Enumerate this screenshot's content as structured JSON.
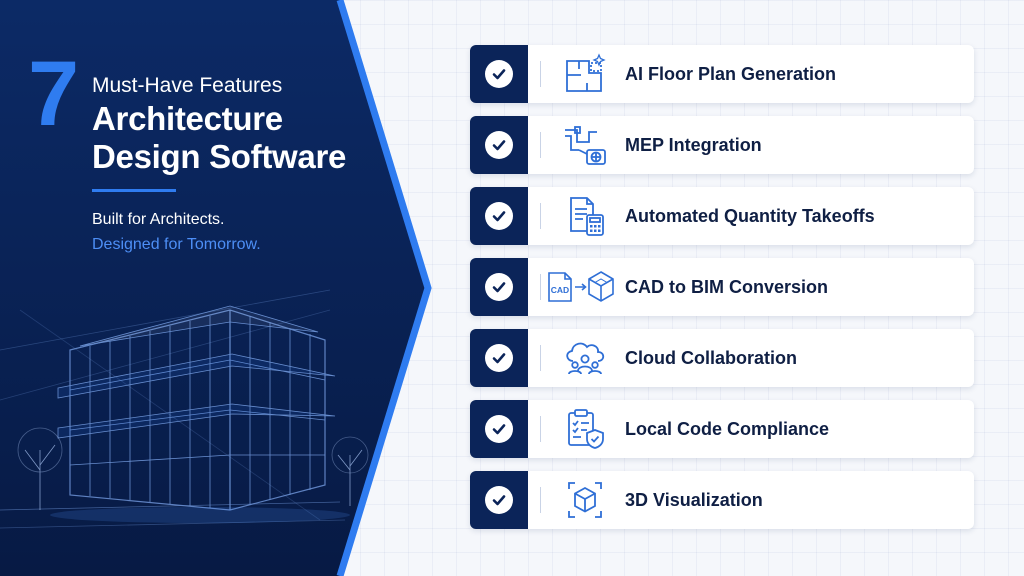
{
  "colors": {
    "navy": "#0b2459",
    "navy_dark": "#081b45",
    "accent_blue": "#2f7cf0",
    "light_blue": "#4d8ef5",
    "line_blue": "#7fa9ef",
    "white": "#ffffff"
  },
  "hero": {
    "number": "7",
    "subhead": "Must-Have Features",
    "title_line1": "Architecture",
    "title_line2": "Design Software",
    "tagline_line1": "Built for Architects.",
    "tagline_line2": "Designed for Tomorrow."
  },
  "features": [
    {
      "label": "AI Floor Plan Generation",
      "icon": "floor-plan-icon"
    },
    {
      "label": "MEP Integration",
      "icon": "mep-pipes-icon"
    },
    {
      "label": "Automated Quantity Takeoffs",
      "icon": "document-calculator-icon"
    },
    {
      "label": "CAD to BIM Conversion",
      "icon": "cad-to-bim-icon",
      "icon_text": "CAD"
    },
    {
      "label": "Cloud Collaboration",
      "icon": "cloud-users-icon"
    },
    {
      "label": "Local Code Compliance",
      "icon": "clipboard-shield-icon"
    },
    {
      "label": "3D Visualization",
      "icon": "cube-icon"
    }
  ]
}
